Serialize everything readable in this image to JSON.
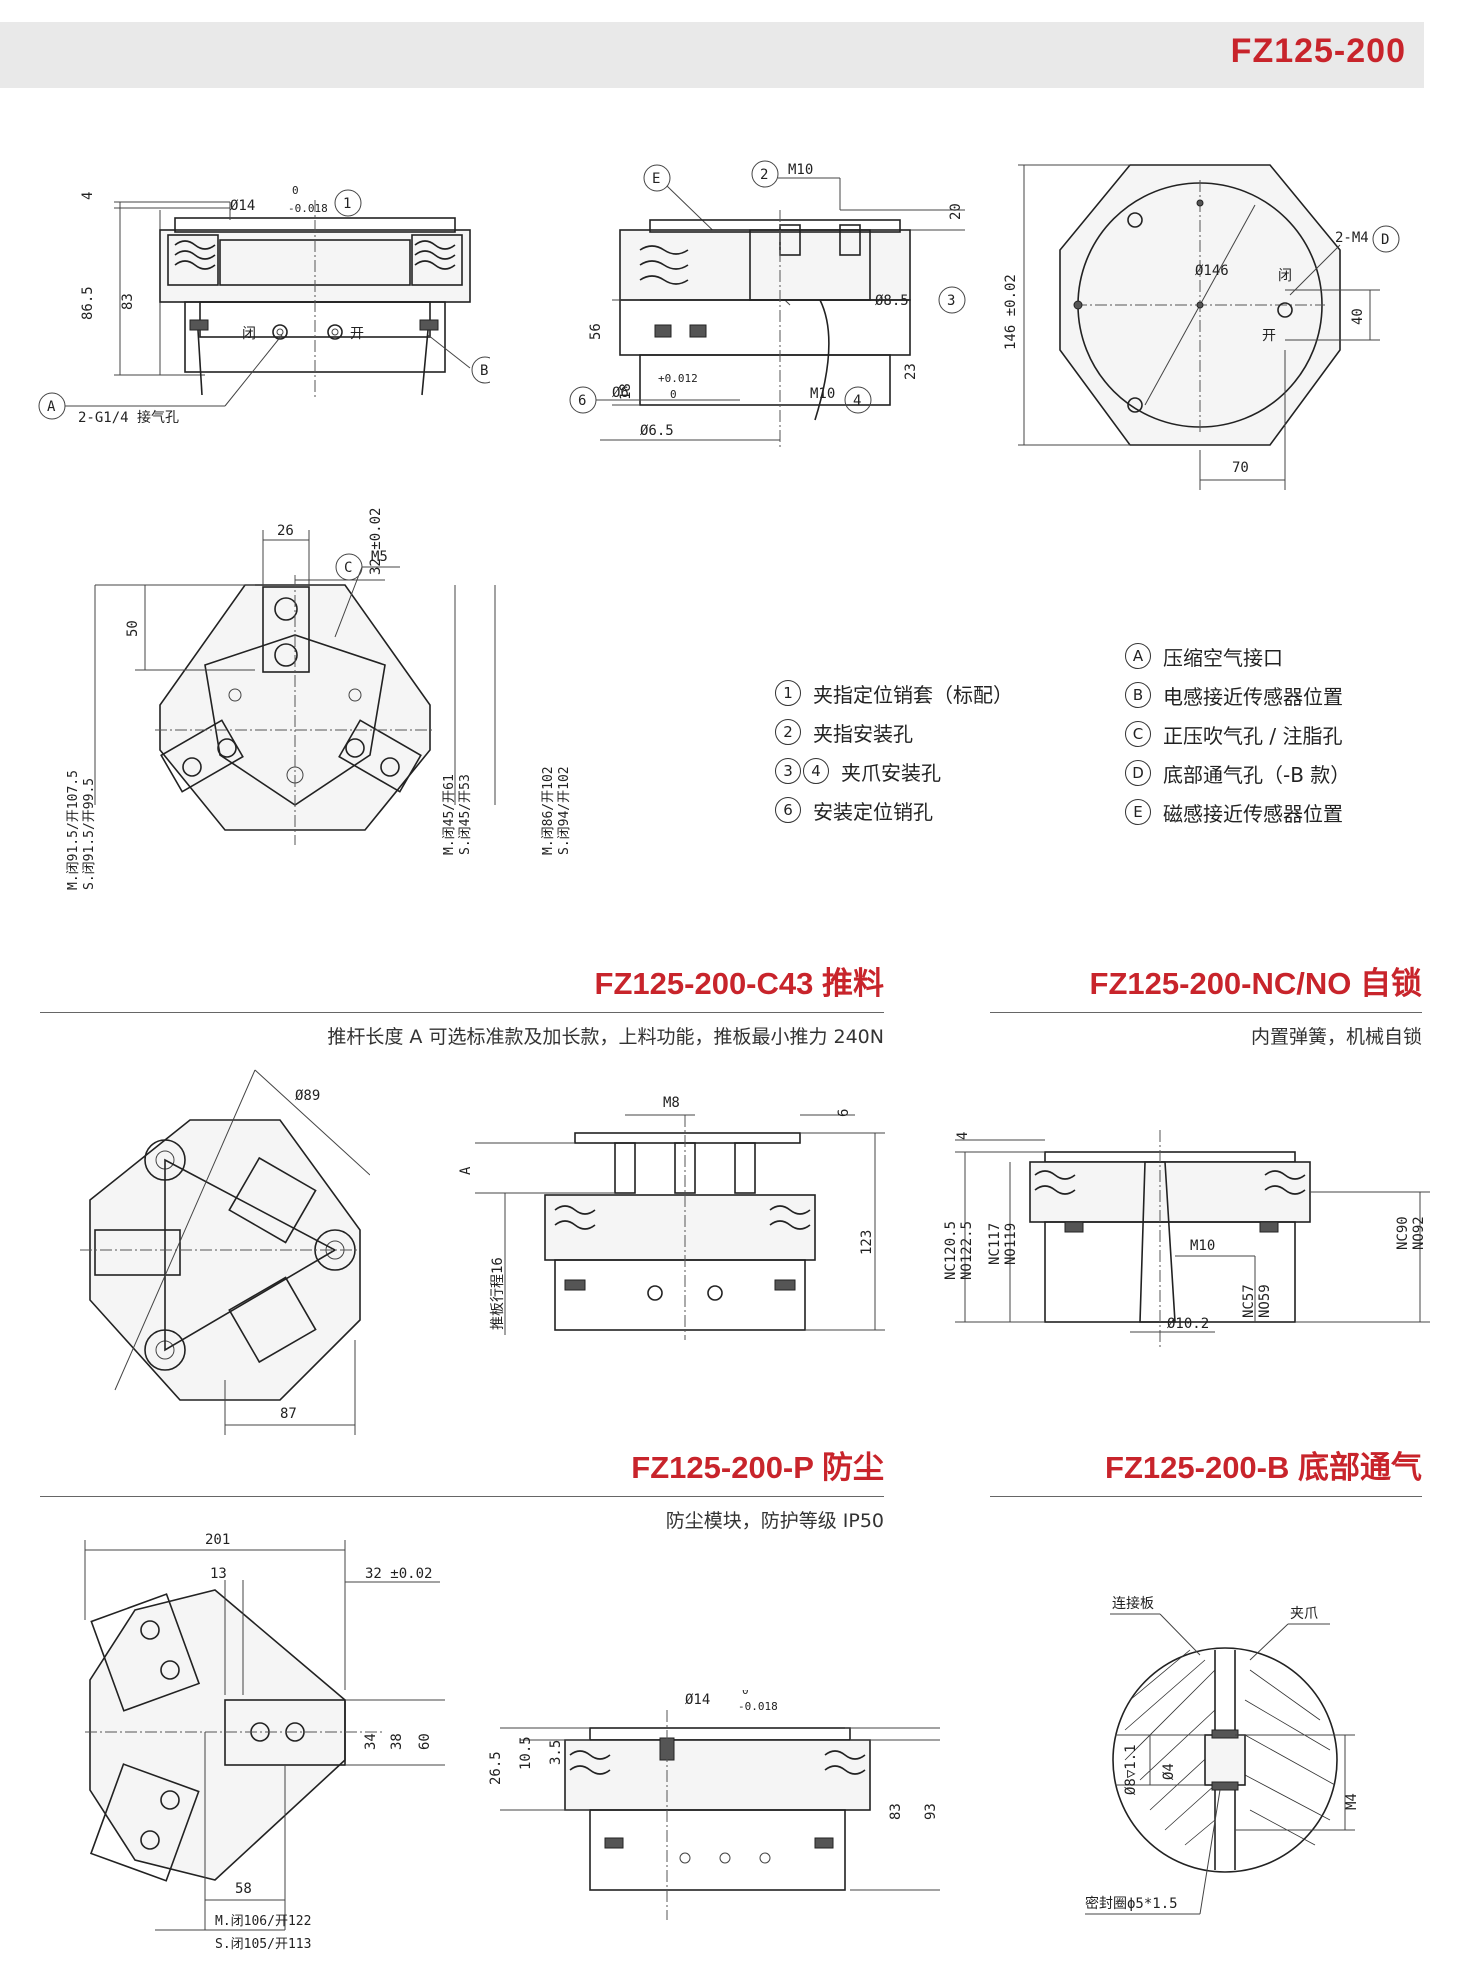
{
  "header": {
    "model": "FZ125-200"
  },
  "legend": {
    "left": [
      {
        "mark": "1",
        "text": "夹指定位销套（标配）"
      },
      {
        "mark": "2",
        "text": "夹指安装孔"
      },
      {
        "mark": "3",
        "mark2": "4",
        "text": "夹爪安装孔"
      },
      {
        "mark": "6",
        "text": "安装定位销孔"
      }
    ],
    "right": [
      {
        "mark": "A",
        "text": "压缩空气接口"
      },
      {
        "mark": "B",
        "text": "电感接近传感器位置"
      },
      {
        "mark": "C",
        "text": "正压吹气孔 / 注脂孔"
      },
      {
        "mark": "D",
        "text": "底部通气孔（-B 款）"
      },
      {
        "mark": "E",
        "text": "磁感接近传感器位置"
      }
    ]
  },
  "sections": {
    "c43": {
      "title": "FZ125-200-C43 推料",
      "desc": "推杆长度 A 可选标准款及加长款，上料功能，推板最小推力 240N"
    },
    "ncno": {
      "title": "FZ125-200-NC/NO 自锁",
      "desc": "内置弹簧，机械自锁"
    },
    "p": {
      "title": "FZ125-200-P 防尘",
      "desc": "防尘模块，防护等级 IP50"
    },
    "b": {
      "title": "FZ125-200-B 底部通气",
      "desc": ""
    }
  },
  "drawing_front": {
    "d_top": "4",
    "d_h1": "86.5",
    "d_h2": "83",
    "d_pin": "Ø14",
    "d_pin_tol_up": "0",
    "d_pin_tol_lo": "-0.018",
    "mark1": "1",
    "markA": "A",
    "markB": "B",
    "port": "2-G1/4 接气孔",
    "close": "闭",
    "open": "开"
  },
  "drawing_side": {
    "markE": "E",
    "mark2": "2",
    "m10a": "M10",
    "d20": "20",
    "d56": "56",
    "d18": "18",
    "d23": "23",
    "d85": "Ø8.5",
    "mark3": "3",
    "mark6": "6",
    "d6": "Ø6",
    "d6_up": "+0.012",
    "d6_lo": "0",
    "m10b": "M10",
    "mark4": "4",
    "d65": "Ø6.5"
  },
  "drawing_bottom": {
    "d146": "146 ±0.02",
    "dia146": "Ø146",
    "m4": "2-M4",
    "markD": "D",
    "d40": "40",
    "d70": "70",
    "close": "闭",
    "open": "开"
  },
  "drawing_top": {
    "d26": "26",
    "d32": "32 ±0.02",
    "markC": "C",
    "m5": "M5",
    "d50": "50",
    "s1a": "M.闭91.5/开107.5",
    "s1b": "S.闭91.5/开99.5",
    "s2a": "M.闭45/开61",
    "s2b": "S.闭45/开53",
    "s3a": "M.闭86/开102",
    "s3b": "S.闭94/开102"
  },
  "drawing_c43": {
    "d89": "Ø89",
    "d87": "87",
    "m8": "M8",
    "d6": "6",
    "dA": "A",
    "d123": "123",
    "stroke": "推板行程16"
  },
  "drawing_ncno": {
    "d4": "4",
    "nc1205": "NC120.5",
    "no1225": "NO122.5",
    "nc117": "NC117",
    "no119": "NO119",
    "m10": "M10",
    "nc57": "NC57",
    "no59": "NO59",
    "nc90": "NC90",
    "no92": "NO92",
    "d102": "Ø10.2"
  },
  "drawing_p_top": {
    "d201": "201",
    "d13": "13",
    "d32": "32 ±0.02",
    "d34": "34",
    "d38": "38",
    "d60": "60",
    "d58": "58",
    "s1": "M.闭106/开122",
    "s2": "S.闭105/开113"
  },
  "drawing_p_front": {
    "d265": "26.5",
    "d105": "10.5",
    "d35": "3.5",
    "d14": "Ø14",
    "d14_up": "0",
    "d14_lo": "-0.018",
    "d83": "83",
    "d93": "93"
  },
  "drawing_b": {
    "plate": "连接板",
    "jaw": "夹爪",
    "d8": "Ø8▽1.1",
    "d4": "Ø4",
    "m4": "M4",
    "seal": "密封圈ϕ5*1.5"
  }
}
